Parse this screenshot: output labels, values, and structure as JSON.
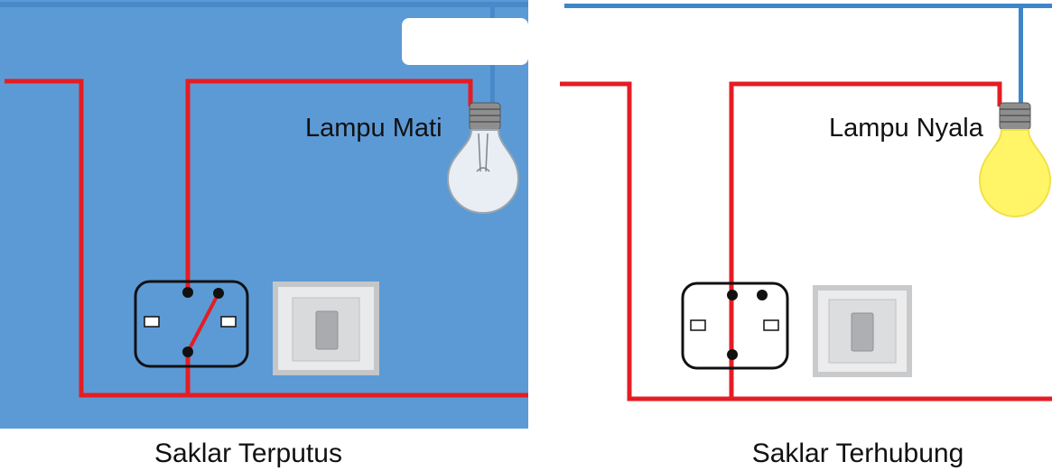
{
  "colors": {
    "left_background": "#5c9ad6",
    "right_background": "#ffffff",
    "wire": "#e41d24",
    "neutral_wire": "#3f86c8",
    "switch_outline": "#111111",
    "bulb_off": "#e8eef3",
    "bulb_on": "#fff566"
  },
  "left": {
    "lamp_label": "Lampu Mati",
    "lamp_state": "off",
    "switch_state": "open",
    "caption": "Saklar Terputus"
  },
  "right": {
    "lamp_label": "Lampu Nyala",
    "lamp_state": "on",
    "switch_state": "closed",
    "caption": "Saklar Terhubung"
  }
}
